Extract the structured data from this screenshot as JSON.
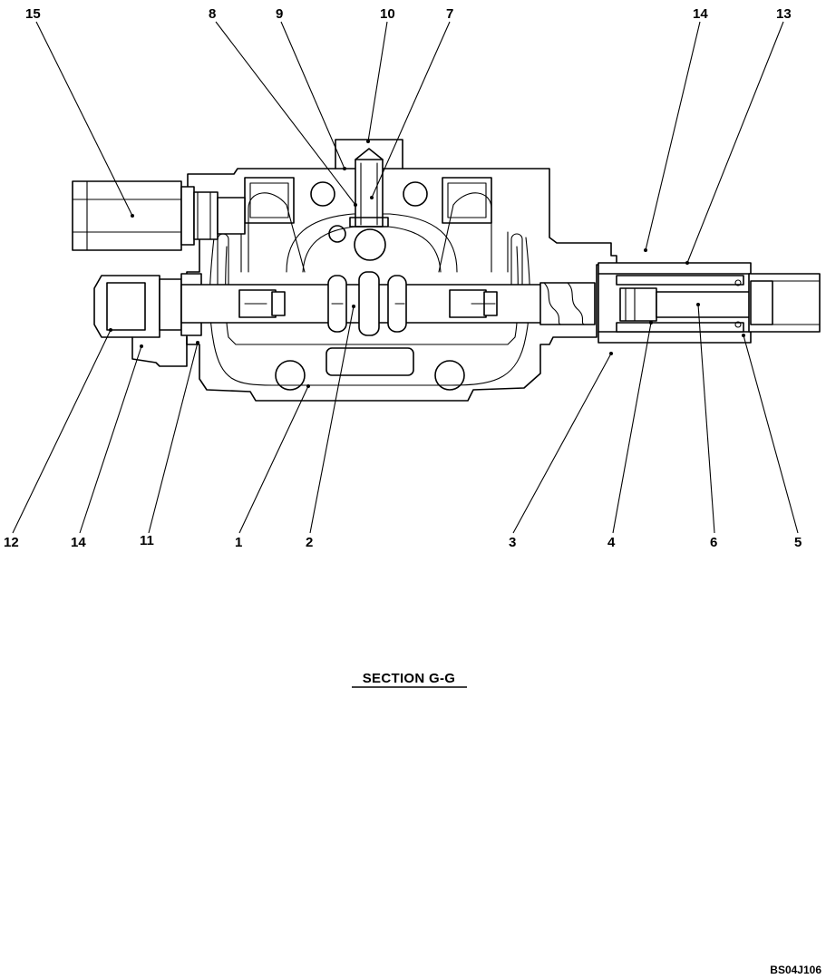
{
  "drawing": {
    "section_title": "SECTION G-G",
    "drawing_code": "BS04J106"
  },
  "callouts": [
    {
      "id": "15",
      "label": "15"
    },
    {
      "id": "8",
      "label": "8"
    },
    {
      "id": "9",
      "label": "9"
    },
    {
      "id": "10",
      "label": "10"
    },
    {
      "id": "7",
      "label": "7"
    },
    {
      "id": "14-top",
      "label": "14"
    },
    {
      "id": "13",
      "label": "13"
    },
    {
      "id": "12",
      "label": "12"
    },
    {
      "id": "14-bottom",
      "label": "14"
    },
    {
      "id": "11",
      "label": "11"
    },
    {
      "id": "1",
      "label": "1"
    },
    {
      "id": "2",
      "label": "2"
    },
    {
      "id": "3",
      "label": "3"
    },
    {
      "id": "4",
      "label": "4"
    },
    {
      "id": "6",
      "label": "6"
    },
    {
      "id": "5",
      "label": "5"
    }
  ]
}
